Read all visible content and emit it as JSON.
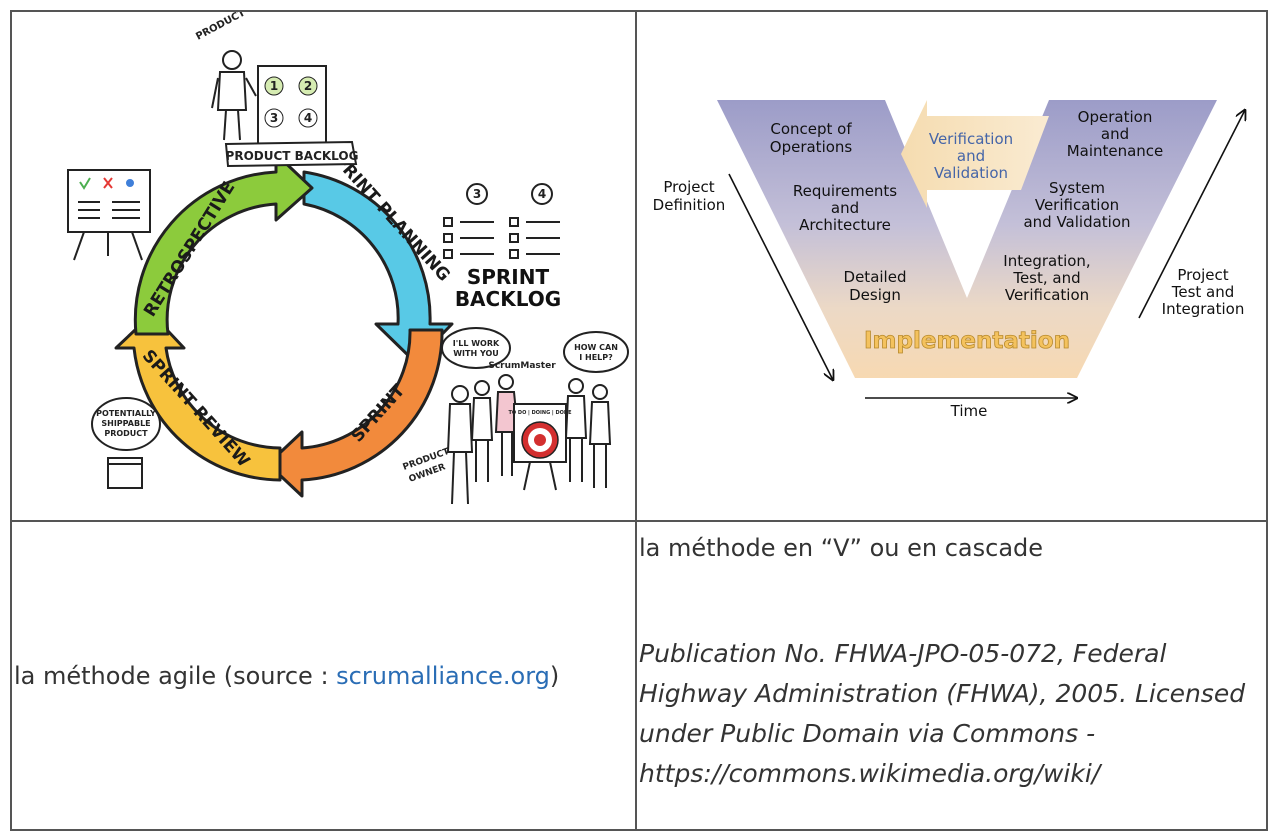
{
  "agile": {
    "phases": [
      "SPRINT PLANNING",
      "SPRINT",
      "SPRINT REVIEW",
      "RETROSPECTIVE"
    ],
    "product_owner_label": "PRODUCT OWNER",
    "product_backlog_label": "PRODUCT BACKLOG",
    "sprint_backlog_label_1": "SPRINT",
    "sprint_backlog_label_2": "BACKLOG",
    "backlog_numbers": [
      "1",
      "2",
      "3",
      "4"
    ],
    "sprint_numbers": [
      "3",
      "4"
    ],
    "speech_1_line1": "I'LL WORK",
    "speech_1_line2": "WITH YOU",
    "speech_2_line1": "HOW CAN",
    "speech_2_line2": "I HELP?",
    "scrum_master_label": "ScrumMaster",
    "board_label": "TO DO | DOING | DONE",
    "product_owner_bottom_1": "PRODUCT",
    "product_owner_bottom_2": "OWNER",
    "shippable_1": "POTENTIALLY",
    "shippable_2": "SHIPPABLE",
    "shippable_3": "PRODUCT"
  },
  "vmodel": {
    "left_arm": [
      [
        "Concept of",
        "Operations"
      ],
      [
        "Requirements",
        "and",
        "Architecture"
      ],
      [
        "Detailed",
        "Design"
      ]
    ],
    "right_arm": [
      [
        "Operation",
        "and",
        "Maintenance"
      ],
      [
        "System",
        "Verification",
        "and Validation"
      ],
      [
        "Integration,",
        "Test, and",
        "Verification"
      ]
    ],
    "verification": [
      "Verification",
      "and",
      "Validation"
    ],
    "implementation": "Implementation",
    "project_definition": [
      "Project",
      "Definition"
    ],
    "project_test": [
      "Project",
      "Test and",
      "Integration"
    ],
    "time": "Time"
  },
  "captions": {
    "agile_prefix": "la méthode agile (source : ",
    "agile_link": "scrumalliance.org",
    "agile_suffix": ")",
    "v_title": "la méthode en “V” ou en cascade",
    "v_credit_1": "Publication No. FHWA-JPO-05-072, Federal",
    "v_credit_2": "Highway Administration (FHWA), 2005. Licensed",
    "v_credit_3": "under Public Domain via Commons -",
    "v_credit_4": "https://commons.wikimedia.org/wiki/"
  }
}
